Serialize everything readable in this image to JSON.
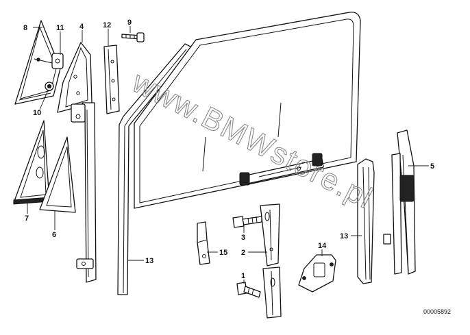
{
  "watermark": "www.BMWstore.pl",
  "diagram_code": "00005892",
  "callouts": [
    {
      "id": "c1",
      "label": "1"
    },
    {
      "id": "c2",
      "label": "2"
    },
    {
      "id": "c3",
      "label": "3"
    },
    {
      "id": "c4",
      "label": "4"
    },
    {
      "id": "c5",
      "label": "5"
    },
    {
      "id": "c6",
      "label": "6"
    },
    {
      "id": "c7",
      "label": "7"
    },
    {
      "id": "c8",
      "label": "8"
    },
    {
      "id": "c9",
      "label": "9"
    },
    {
      "id": "c10",
      "label": "10"
    },
    {
      "id": "c11",
      "label": "11"
    },
    {
      "id": "c12",
      "label": "12"
    },
    {
      "id": "c13a",
      "label": "13"
    },
    {
      "id": "c13b",
      "label": "13"
    },
    {
      "id": "c14",
      "label": "14"
    },
    {
      "id": "c15",
      "label": "15"
    }
  ]
}
